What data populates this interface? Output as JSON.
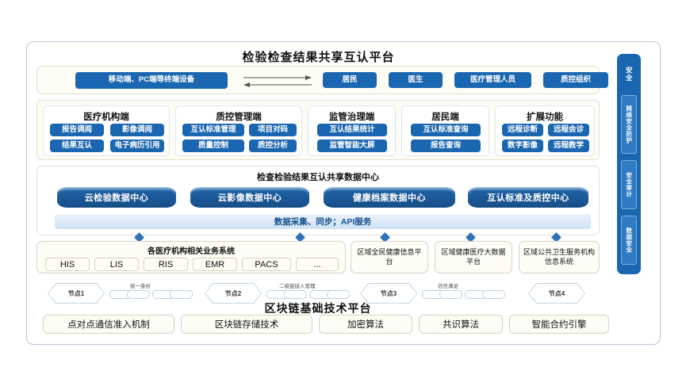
{
  "diagram": {
    "title": "检验检查结果共享互认平台",
    "accent_blue": "#1a66b0",
    "panel_cream": "#fdfcf5"
  },
  "terminal_row": {
    "terminal_device": "移动端、PC端等终端设备",
    "arrow_forward": "arrow-right-icon",
    "arrow_back": "arrow-left-icon",
    "roles": [
      {
        "label": "居民"
      },
      {
        "label": "医生"
      },
      {
        "label": "医疗管理人员"
      },
      {
        "label": "质控组织"
      }
    ]
  },
  "application_groups": [
    {
      "title": "医疗机构端",
      "items": [
        "报告调阅",
        "影像调阅",
        "结果互认",
        "电子病历引用"
      ]
    },
    {
      "title": "质控管理端",
      "items": [
        "互认标准管理",
        "项目对码",
        "质量控制",
        "质控分析"
      ]
    },
    {
      "title": "监管治理端",
      "items": [
        "互认结果统计",
        "监管智能大屏"
      ]
    },
    {
      "title": "居民端",
      "items": [
        "互认标准查询",
        "报告查询"
      ]
    },
    {
      "title": "扩展功能",
      "items": [
        "远程诊断",
        "远程会诊",
        "数字影像",
        "远程教学"
      ]
    }
  ],
  "data_center": {
    "title": "检查检验结果互认共享数据中心",
    "centers": [
      {
        "label": "云检验数据中心"
      },
      {
        "label": "云影像数据中心"
      },
      {
        "label": "健康档案数据中心"
      },
      {
        "label": "互认标准及质控中心"
      }
    ],
    "api_band": "数据采集、同步；API服务"
  },
  "source_systems": {
    "hospital_group": {
      "title": "各医疗机构相关业务系统",
      "chips": [
        "HIS",
        "LIS",
        "RIS",
        "EMR",
        "PACS",
        "..."
      ]
    },
    "platforms": [
      {
        "label": "区域全民健康信息平台"
      },
      {
        "label": "区域健康医疗大数据平台"
      },
      {
        "label": "区域公共卫生服务机构信息系统"
      }
    ]
  },
  "blockchain": {
    "title": "区块链基础技术平台",
    "nodes": [
      {
        "label": "节点1"
      },
      {
        "label": "节点2"
      },
      {
        "label": "节点3"
      },
      {
        "label": "节点4"
      }
    ],
    "chain_labels": [
      "统一身份",
      "二级链接入管理",
      "信任满足"
    ],
    "items": [
      {
        "label": "点对点通信准入机制"
      },
      {
        "label": "区块链存储技术"
      },
      {
        "label": "加密算法"
      },
      {
        "label": "共识算法"
      },
      {
        "label": "智能合约引擎"
      }
    ]
  },
  "security_sidebar": {
    "title": "安全",
    "items": [
      {
        "label": "网络安全防护"
      },
      {
        "label": "安全审计"
      },
      {
        "label": "数据安全"
      }
    ]
  }
}
